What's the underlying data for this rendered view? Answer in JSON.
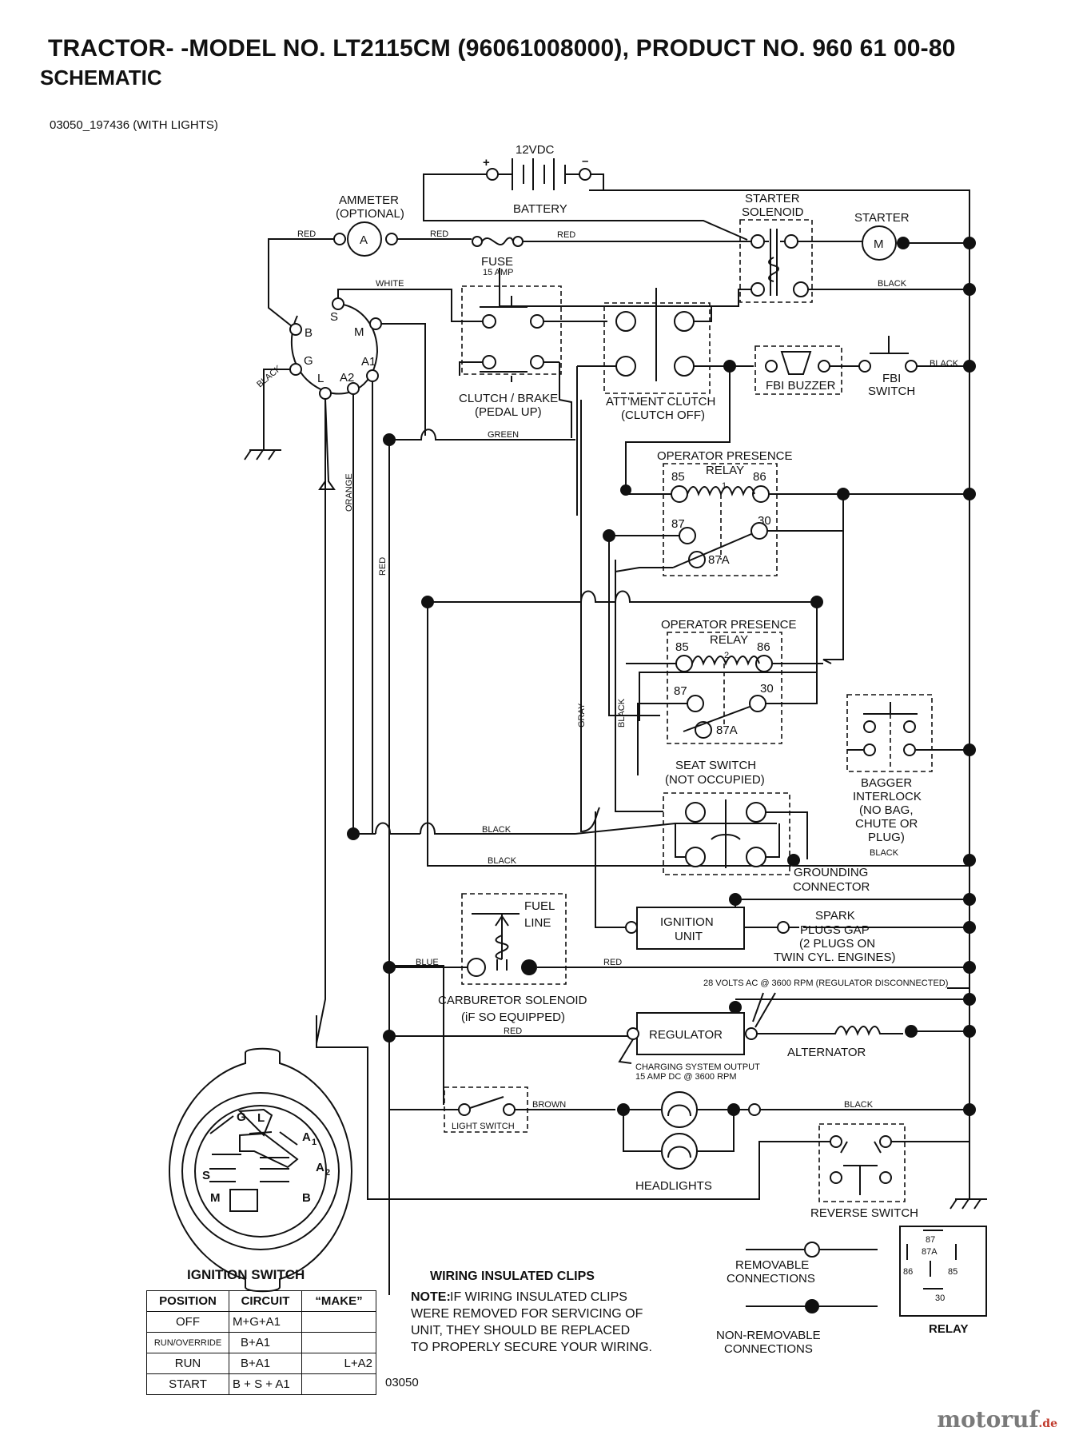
{
  "header": {
    "title": "TRACTOR- -MODEL NO. LT2115CM (96061008000), PRODUCT NO. 960 61 00-80",
    "subtitle": "SCHEMATIC",
    "doc_ref": "03050_197436 (WITH LIGHTS)"
  },
  "battery": {
    "voltage": "12VDC",
    "label": "BATTERY",
    "plus": "+",
    "minus": "–"
  },
  "ammeter": {
    "label1": "AMMETER",
    "label2": "(OPTIONAL)",
    "symbol": "A"
  },
  "fuse": {
    "label": "FUSE",
    "rating": "15 AMP"
  },
  "starter_solenoid": {
    "label1": "STARTER",
    "label2": "SOLENOID"
  },
  "starter": {
    "label": "STARTER",
    "symbol": "M"
  },
  "wires": {
    "red": "RED",
    "white": "WHITE",
    "black": "BLACK",
    "green": "GREEN",
    "orange": "ORANGE",
    "gray": "GRAY",
    "blue": "BLUE",
    "brown": "BROWN"
  },
  "ignition_terminals": {
    "b": "B",
    "s": "S",
    "m": "M",
    "g": "G",
    "a1": "A1",
    "l": "L",
    "a2": "A2"
  },
  "clutch_brake": {
    "label1": "CLUTCH / BRAKE",
    "label2": "(PEDAL UP)"
  },
  "attachment_clutch": {
    "label1": "ATT'MENT CLUTCH",
    "label2": "(CLUTCH OFF)"
  },
  "fbi_buzzer": {
    "label": "FBI BUZZER"
  },
  "fbi_switch": {
    "label1": "FBI",
    "label2": "SWITCH"
  },
  "relay1": {
    "label": "OPERATOR PRESENCE",
    "sub": "RELAY",
    "num": "1",
    "t85": "85",
    "t86": "86",
    "t87": "87",
    "t30": "30",
    "t87a": "87A"
  },
  "relay2": {
    "label": "OPERATOR PRESENCE",
    "sub": "RELAY",
    "num": "2",
    "t85": "85",
    "t86": "86",
    "t87": "87",
    "t30": "30",
    "t87a": "87A"
  },
  "seat_switch": {
    "label1": "SEAT SWITCH",
    "label2": "(NOT OCCUPIED)"
  },
  "bagger_interlock": {
    "label1": "BAGGER",
    "label2": "INTERLOCK",
    "label3": "(NO BAG,",
    "label4": "CHUTE OR",
    "label5": "PLUG)"
  },
  "grounding_connector": {
    "label1": "GROUNDING",
    "label2": "CONNECTOR"
  },
  "fuel_line": {
    "label1": "FUEL",
    "label2": "LINE"
  },
  "carburetor_solenoid": {
    "label1": "CARBURETOR SOLENOID",
    "label2": "(iF SO EQUIPPED)"
  },
  "ignition_unit": {
    "label1": "IGNITION",
    "label2": "UNIT"
  },
  "spark_plugs": {
    "label1": "SPARK",
    "label2": "PLUGS GAP",
    "label3": "(2 PLUGS ON",
    "label4": "TWIN CYL. ENGINES)"
  },
  "regulator": {
    "label": "REGULATOR",
    "note": "28 VOLTS AC @ 3600 RPM (REGULATOR DISCONNECTED)",
    "output1": "CHARGING SYSTEM OUTPUT",
    "output2": "15 AMP DC @ 3600 RPM"
  },
  "alternator": {
    "label": "ALTERNATOR"
  },
  "light_switch": {
    "label": "LIGHT SWITCH"
  },
  "headlights": {
    "label": "HEADLIGHTS"
  },
  "reverse_switch": {
    "label": "REVERSE SWITCH"
  },
  "ignition_switch_face": {
    "g": "G",
    "l": "L",
    "a1": "A",
    "a1sub": "1",
    "s": "S",
    "a2": "A",
    "a2sub": "2",
    "m": "M",
    "b": "B"
  },
  "ignition_table": {
    "title": "IGNITION SWITCH",
    "headers": [
      "POSITION",
      "CIRCUIT",
      "“MAKE”"
    ],
    "rows": [
      [
        "OFF",
        "M+G+A1",
        ""
      ],
      [
        "RUN/OVERRIDE",
        "B+A1",
        ""
      ],
      [
        "RUN",
        "B+A1",
        "L+A2"
      ],
      [
        "START",
        "B + S + A1",
        ""
      ]
    ]
  },
  "clips_note": {
    "title": "WIRING INSULATED CLIPS",
    "note_label": "NOTE:",
    "line1": " IF WIRING INSULATED CLIPS",
    "line2": "WERE REMOVED FOR SERVICING OF",
    "line3": " UNIT, THEY SHOULD BE REPLACED",
    "line4": "TO PROPERLY SECURE YOUR WIRING."
  },
  "legend": {
    "removable1": "REMOVABLE",
    "removable2": "CONNECTIONS",
    "nonremovable1": "NON-REMOVABLE",
    "nonremovable2": "CONNECTIONS",
    "relay_label": "RELAY",
    "r87": "87",
    "r87a": "87A",
    "r86": "86",
    "r85": "85",
    "r30": "30"
  },
  "footer": {
    "code": "03050",
    "watermark": "motoruf",
    "watermark_tld": ".de"
  }
}
